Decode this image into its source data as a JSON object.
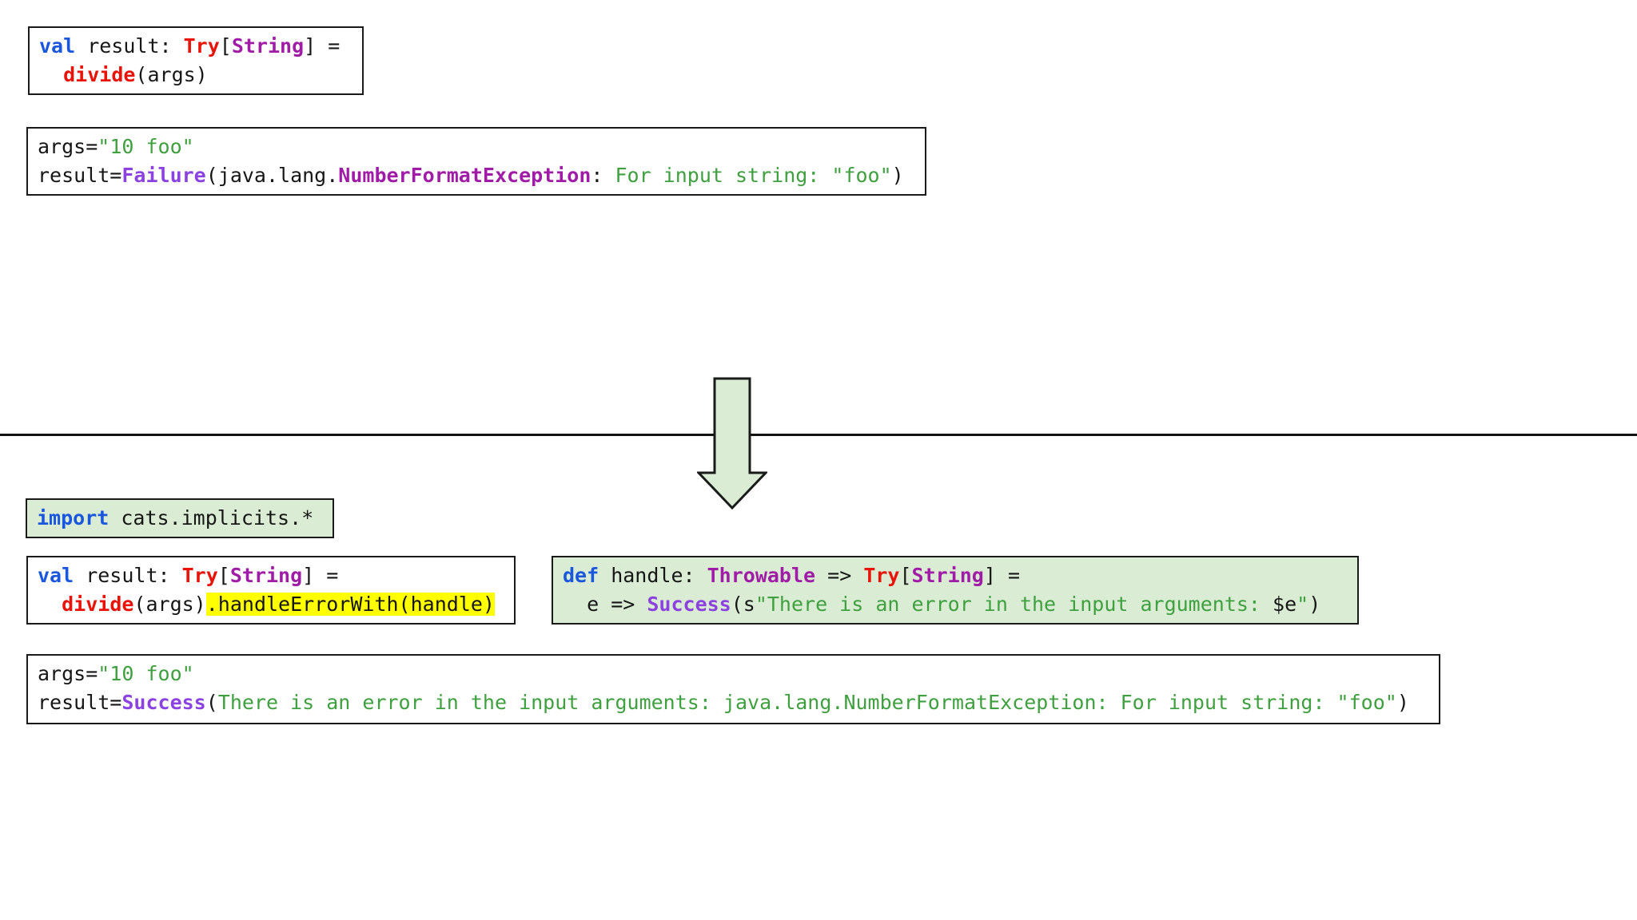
{
  "colors": {
    "keyword_blue": "#1a57dd",
    "function_red": "#e81309",
    "type_magenta": "#a01ca6",
    "constructor_violet": "#8b42e0",
    "string_green": "#3fa03f",
    "plain_black": "#161616",
    "highlight_yellow": "#ffff00",
    "box_green_background": "#daecd4",
    "divider_black": "#111111"
  },
  "arrow": {
    "direction": "down",
    "fill": "#daecd4",
    "stroke": "#1a1a1a"
  },
  "boxes": {
    "code_before": {
      "bg": "white",
      "lines": [
        [
          {
            "t": "val",
            "c": "kw"
          },
          {
            "t": " result: ",
            "c": "plain"
          },
          {
            "t": "Try",
            "c": "red"
          },
          {
            "t": "[",
            "c": "plain"
          },
          {
            "t": "String",
            "c": "magenta"
          },
          {
            "t": "] =",
            "c": "plain"
          }
        ],
        [
          {
            "t": "  ",
            "c": "plain"
          },
          {
            "t": "divide",
            "c": "red"
          },
          {
            "t": "(args)",
            "c": "plain"
          }
        ]
      ]
    },
    "output_failure": {
      "bg": "white",
      "lines": [
        [
          {
            "t": "args=",
            "c": "plain"
          },
          {
            "t": "\"10 foo\"",
            "c": "str"
          }
        ],
        [
          {
            "t": "result=",
            "c": "plain"
          },
          {
            "t": "Failure",
            "c": "violet"
          },
          {
            "t": "(java.lang.",
            "c": "plain"
          },
          {
            "t": "NumberFormatException",
            "c": "magenta"
          },
          {
            "t": ": ",
            "c": "plain"
          },
          {
            "t": "For input string: \"foo\"",
            "c": "str"
          },
          {
            "t": ")",
            "c": "plain"
          }
        ]
      ]
    },
    "import_cats": {
      "bg": "green",
      "lines": [
        [
          {
            "t": "import",
            "c": "kw"
          },
          {
            "t": " cats.implicits.*",
            "c": "plain"
          }
        ]
      ]
    },
    "code_after": {
      "bg": "white",
      "lines": [
        [
          {
            "t": "val",
            "c": "kw"
          },
          {
            "t": " result: ",
            "c": "plain"
          },
          {
            "t": "Try",
            "c": "red"
          },
          {
            "t": "[",
            "c": "plain"
          },
          {
            "t": "String",
            "c": "magenta"
          },
          {
            "t": "] =",
            "c": "plain"
          }
        ],
        [
          {
            "t": "  ",
            "c": "plain"
          },
          {
            "t": "divide",
            "c": "red"
          },
          {
            "t": "(args)",
            "c": "plain"
          },
          {
            "t": ".handleErrorWith(handle)",
            "c": "hl"
          }
        ]
      ]
    },
    "handler_def": {
      "bg": "green",
      "lines": [
        [
          {
            "t": "def",
            "c": "kw"
          },
          {
            "t": " handle: ",
            "c": "plain"
          },
          {
            "t": "Throwable",
            "c": "magenta"
          },
          {
            "t": " => ",
            "c": "plain"
          },
          {
            "t": "Try",
            "c": "red"
          },
          {
            "t": "[",
            "c": "plain"
          },
          {
            "t": "String",
            "c": "magenta"
          },
          {
            "t": "] =",
            "c": "plain"
          }
        ],
        [
          {
            "t": "  e => ",
            "c": "plain"
          },
          {
            "t": "Success",
            "c": "violet"
          },
          {
            "t": "(s",
            "c": "plain"
          },
          {
            "t": "\"There is an error in the input arguments: ",
            "c": "str"
          },
          {
            "t": "$e",
            "c": "plain"
          },
          {
            "t": "\"",
            "c": "str"
          },
          {
            "t": ")",
            "c": "plain"
          }
        ]
      ]
    },
    "output_success": {
      "bg": "white",
      "lines": [
        [
          {
            "t": "args=",
            "c": "plain"
          },
          {
            "t": "\"10 foo\"",
            "c": "str"
          }
        ],
        [
          {
            "t": "result=",
            "c": "plain"
          },
          {
            "t": "Success",
            "c": "violet"
          },
          {
            "t": "(",
            "c": "plain"
          },
          {
            "t": "There is an error in the input arguments: java.lang.NumberFormatException: For input string: \"foo\"",
            "c": "str"
          },
          {
            "t": ")",
            "c": "plain"
          }
        ]
      ]
    }
  }
}
